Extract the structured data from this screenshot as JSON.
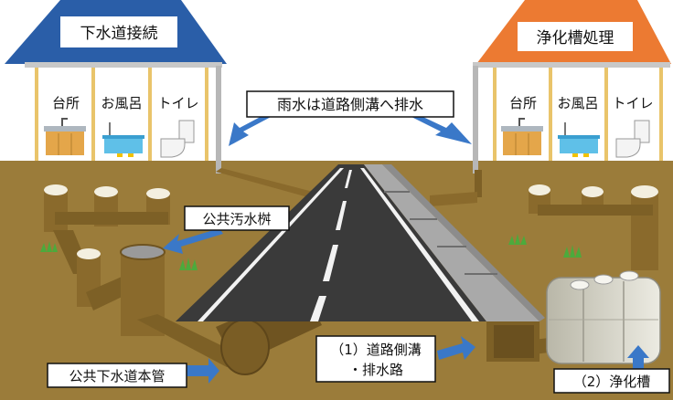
{
  "houses": [
    {
      "title": "下水道接続",
      "roof_color": "#2a5ea8",
      "rooms": [
        "台所",
        "お風呂",
        "トイレ"
      ]
    },
    {
      "title": "浄化槽処理",
      "roof_color": "#ec7a32",
      "rooms": [
        "台所",
        "お風呂",
        "トイレ"
      ]
    }
  ],
  "labels": {
    "rainwater": "雨水は道路側溝へ排水",
    "public_basin": "公共汚水桝",
    "sewer_main": "公共下水道本管",
    "road_ditch_line1": "（1）道路側溝",
    "road_ditch_line2": "・排水路",
    "septic_tank": "（2）浄化槽"
  },
  "colors": {
    "ground": "#9b7c3a",
    "pipe": "#8a6a2c",
    "road": "#3a3a3a",
    "arrow": "#3a78c8",
    "curb": "#a9a9a9"
  }
}
